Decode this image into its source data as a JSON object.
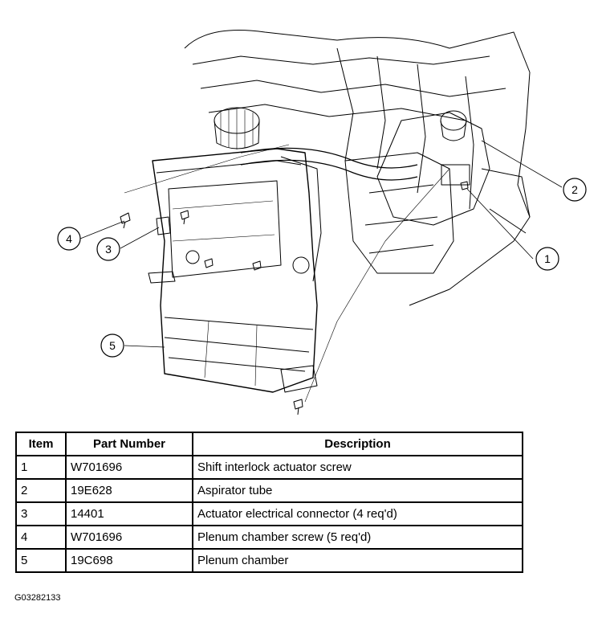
{
  "callouts": [
    "1",
    "2",
    "3",
    "4",
    "5"
  ],
  "table": {
    "headers": [
      "Item",
      "Part Number",
      "Description"
    ],
    "rows": [
      {
        "item": "1",
        "part_number": "W701696",
        "description": "Shift interlock actuator screw"
      },
      {
        "item": "2",
        "part_number": "19E628",
        "description": "Aspirator tube"
      },
      {
        "item": "3",
        "part_number": "14401",
        "description": "Actuator electrical connector (4 req'd)"
      },
      {
        "item": "4",
        "part_number": "W701696",
        "description": "Plenum chamber screw (5 req'd)"
      },
      {
        "item": "5",
        "part_number": "19C698",
        "description": "Plenum chamber"
      }
    ]
  },
  "figure_code": "G03282133"
}
